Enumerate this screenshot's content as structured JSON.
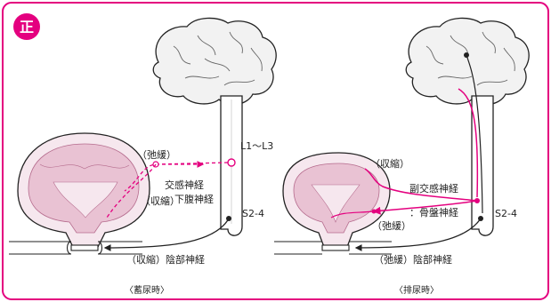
{
  "badge": {
    "label": "正"
  },
  "colors": {
    "frame": "#e4007f",
    "active_nerve": "#e4007f",
    "inactive_nerve": "#e4007f",
    "bladder_wall": "#f6e7ee",
    "bladder_inner": "#e9c2d3",
    "brain_fill": "#f2f2f2",
    "ink": "#222222"
  },
  "icons": {
    "brain": "brain-illustration",
    "bladder": "bladder-illustration",
    "spinal_cord": "spinal-cord-illustration"
  },
  "storage": {
    "caption": "〈蓄尿時〉",
    "spinal_label": "L1〜L3",
    "sacral_label": "S2-4",
    "relax_label": "（弛緩）",
    "contract_label": "（収縮）",
    "nerve_label_1": "交感神経",
    "nerve_label_2": "：下腹神経",
    "pudendal_label": "（収縮）陰部神経"
  },
  "voiding": {
    "caption": "〈排尿時〉",
    "sacral_label": "S2-4",
    "contract_label": "（収縮）",
    "relax_label": "（弛緩）",
    "nerve_label_1": "副交感神経",
    "nerve_label_2": "：骨盤神経",
    "pudendal_label": "（弛緩）陰部神経"
  }
}
